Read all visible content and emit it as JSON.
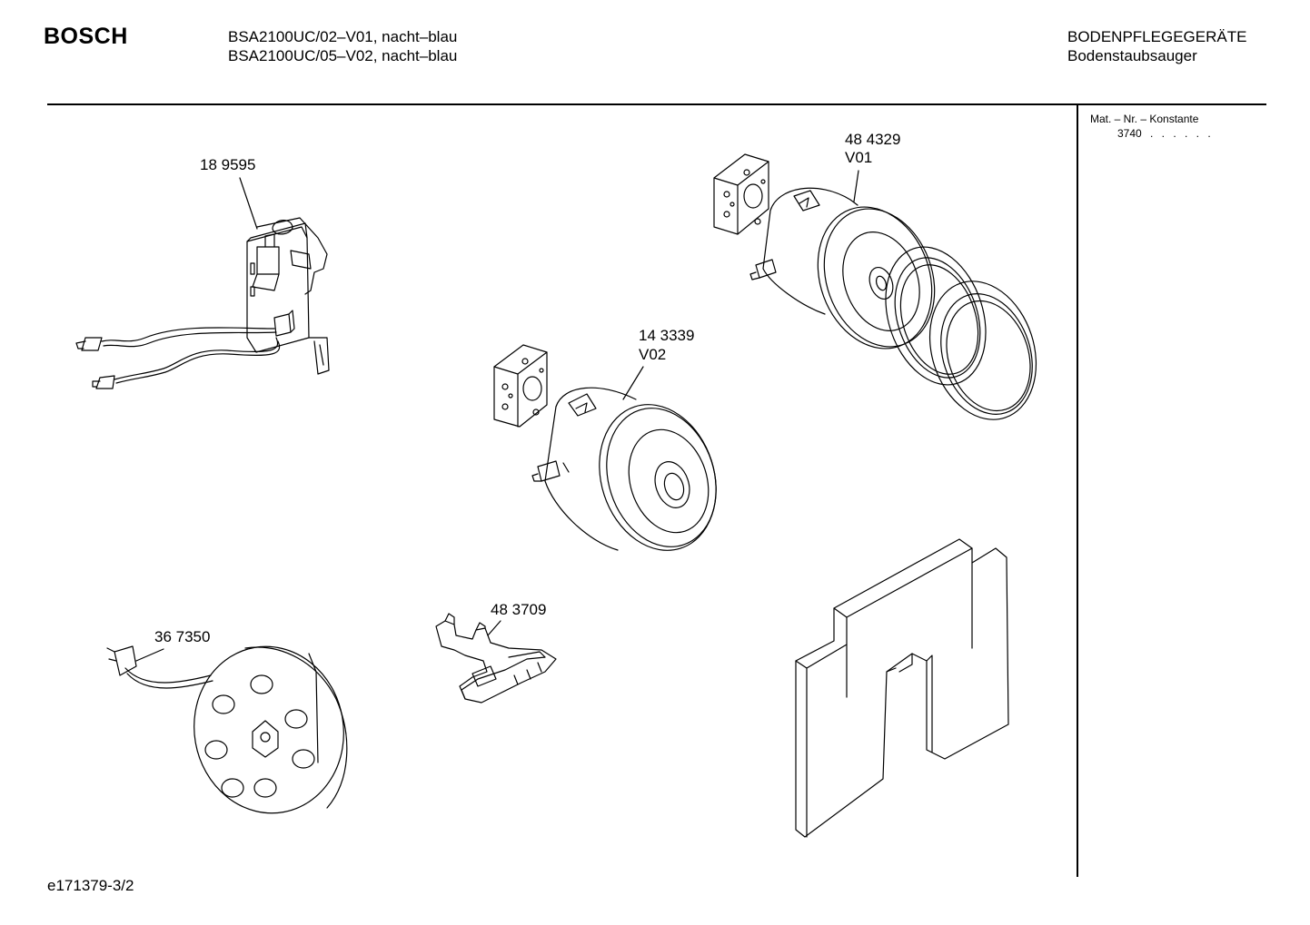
{
  "header": {
    "brand": "BOSCH",
    "model_line_1": "BSA2100UC/02–V01, nacht–blau",
    "model_line_2": "BSA2100UC/05–V02, nacht–blau",
    "category": "BODENPFLEGEGERÄTE",
    "subcategory": "Bodenstaubsauger"
  },
  "side_panel": {
    "label": "Mat. – Nr. – Konstante",
    "value": "3740",
    "dots": ". . . . . ."
  },
  "parts": [
    {
      "number": "18 9595",
      "name": "switch-board-with-cables"
    },
    {
      "number": "48 4329",
      "variant": "V01",
      "name": "motor-v01"
    },
    {
      "number": "14 3339",
      "variant": "V02",
      "name": "motor-v02"
    },
    {
      "number": "48 3709",
      "name": "holder-clip"
    },
    {
      "number": "36 7350",
      "name": "cable-reel"
    },
    {
      "name": "insulating-plate"
    }
  ],
  "footer": {
    "drawing_id": "e171379-3/2"
  }
}
